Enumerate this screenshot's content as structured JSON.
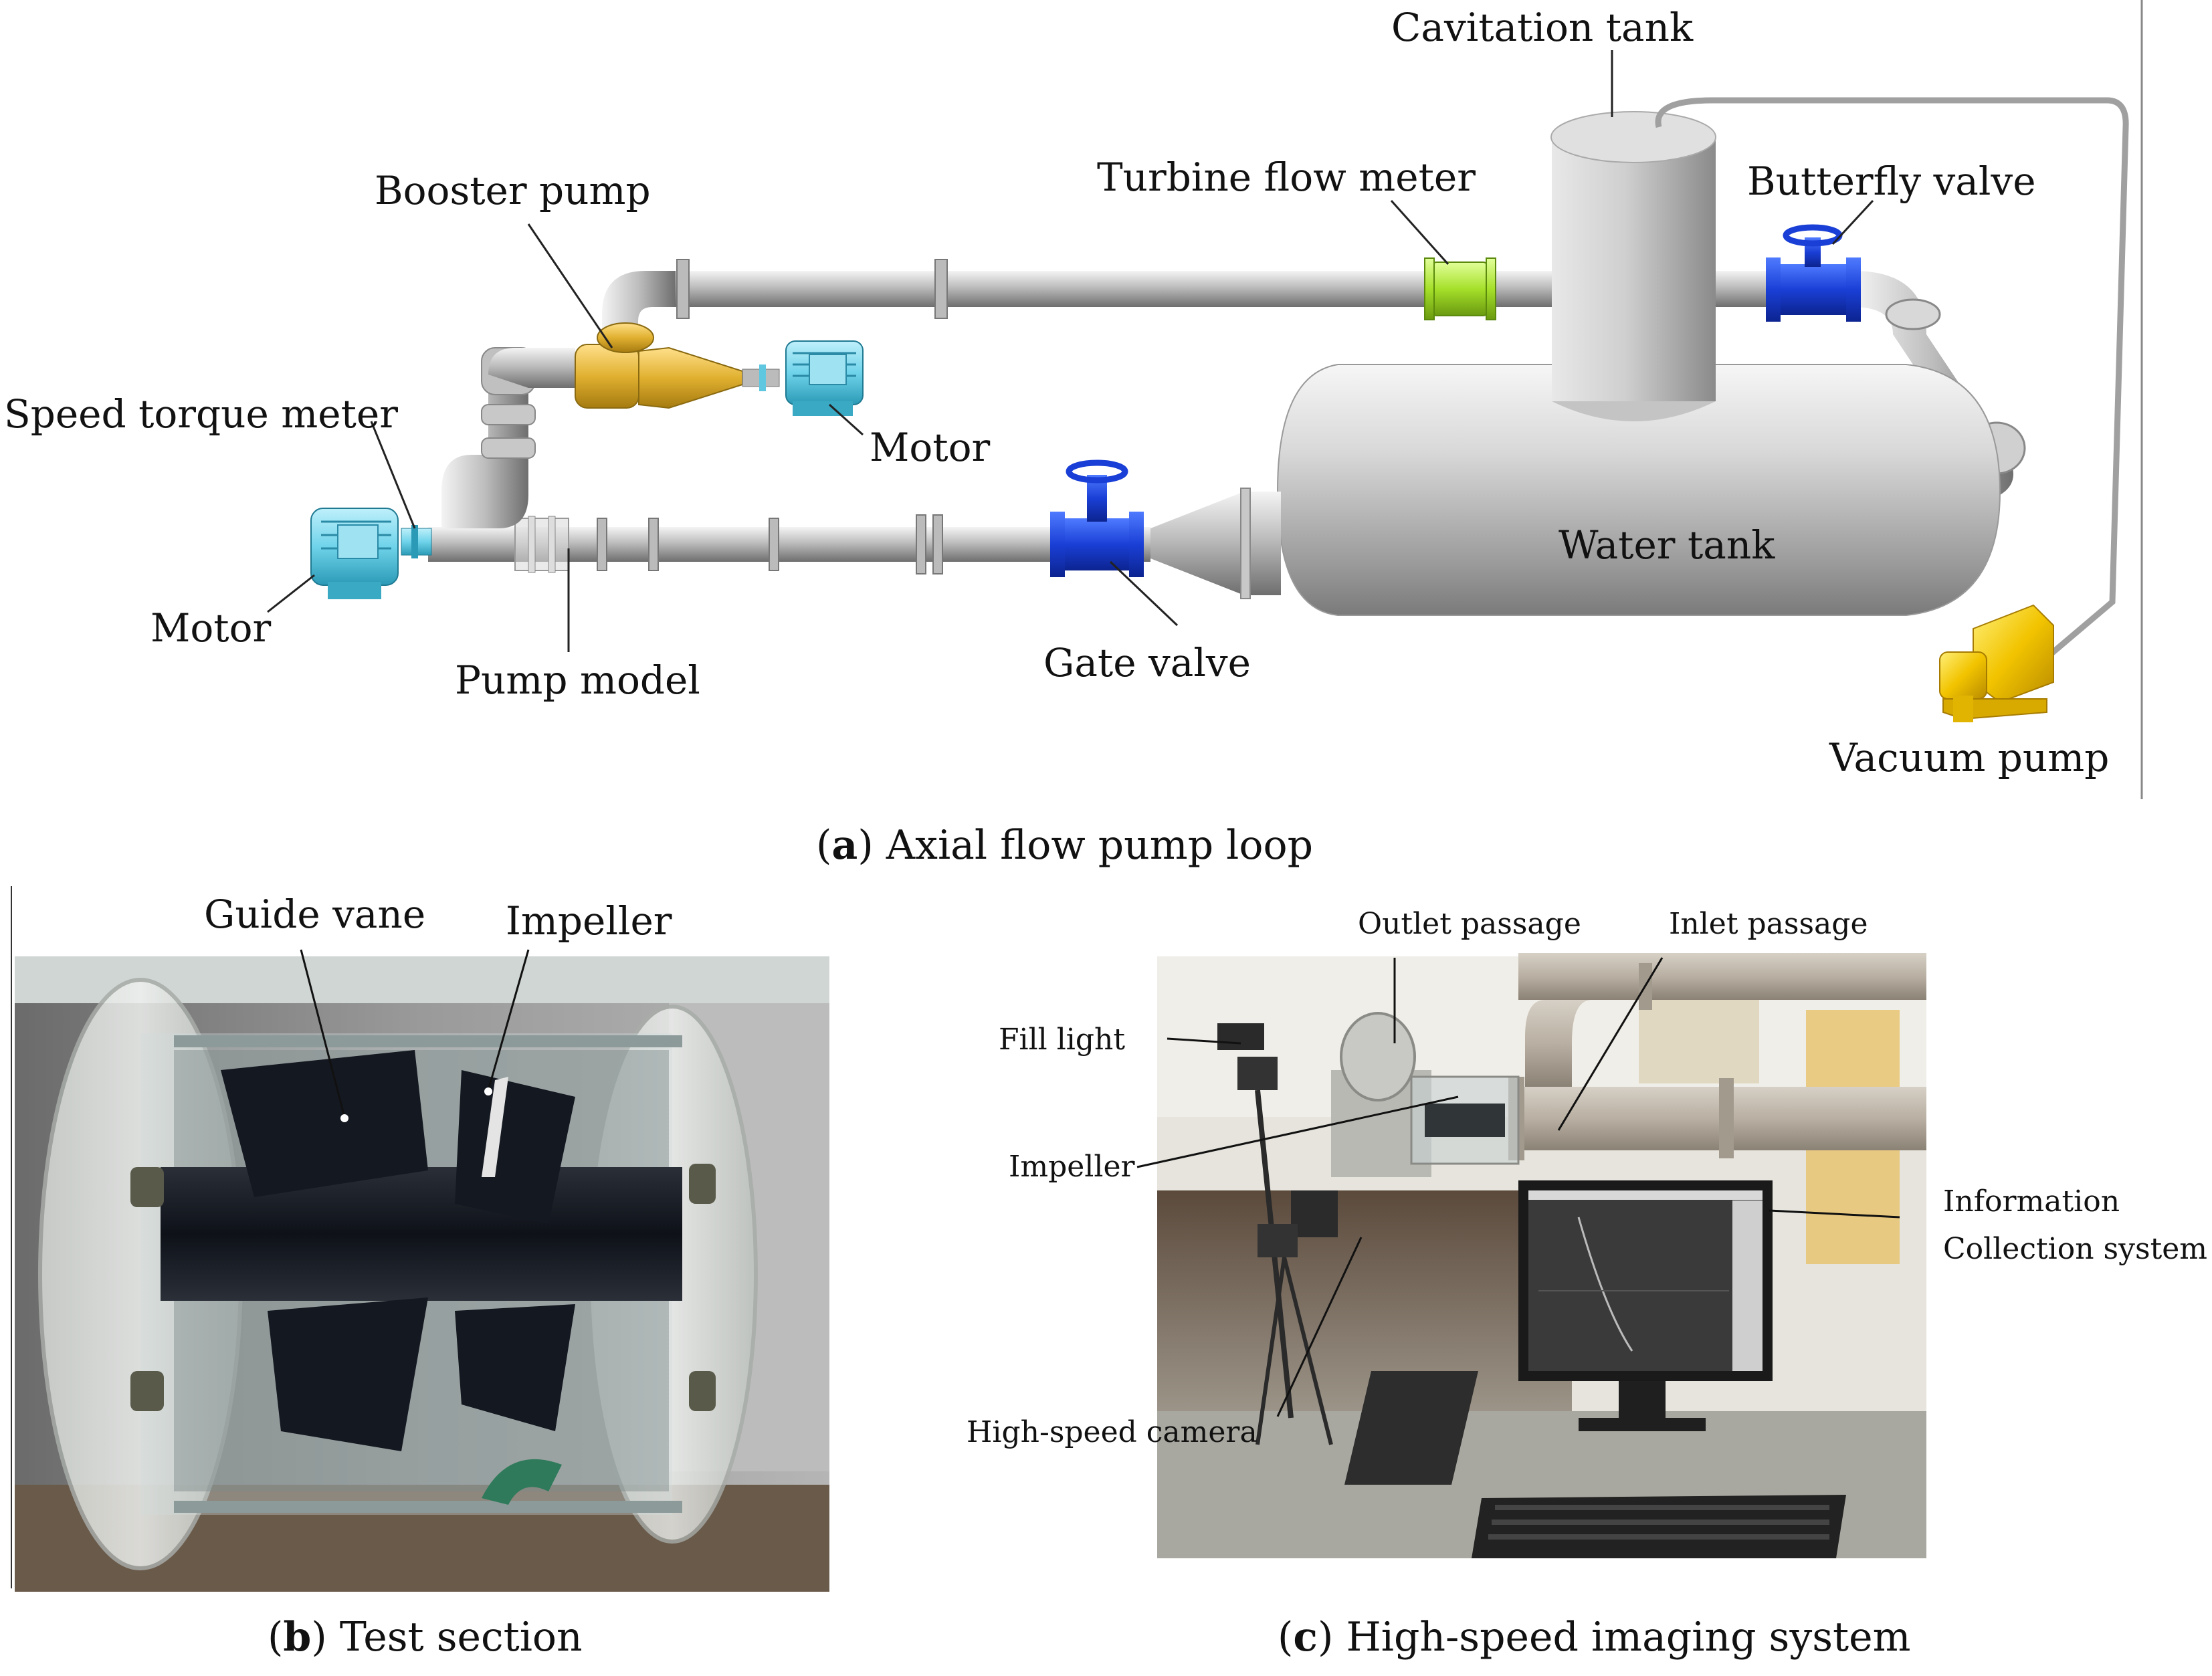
{
  "panel_a": {
    "labels": {
      "cavitation_tank": "Cavitation tank",
      "turbine_flow_meter": "Turbine flow meter",
      "butterfly_valve": "Butterfly valve",
      "booster_pump": "Booster pump",
      "speed_torque_meter": "Speed torque meter",
      "motor_upper": "Motor",
      "motor_lower": "Motor",
      "pump_model": "Pump model",
      "gate_valve": "Gate valve",
      "water_tank": "Water tank",
      "vacuum_pump": "Vacuum pump"
    },
    "caption_letter": "a",
    "caption_text": ") Axial flow pump loop"
  },
  "panel_b": {
    "labels": {
      "guide_vane": "Guide vane",
      "impeller": "Impeller"
    },
    "caption_letter": "b",
    "caption_text": ") Test section"
  },
  "panel_c": {
    "labels": {
      "outlet_passage": "Outlet passage",
      "inlet_passage": "Inlet passage",
      "fill_light": "Fill light",
      "impeller": "Impeller",
      "information": "Information",
      "collection_system": "Collection system",
      "high_speed_camera": "High-speed camera"
    },
    "caption_letter": "c",
    "caption_text": ") High-speed imaging system"
  },
  "colors": {
    "steel": "#c8c8c8",
    "valve_blue": "#1a3fd6",
    "motor_cyan": "#6fd3ea",
    "booster_gold": "#e0b030",
    "flow_meter_green": "#a6e02a",
    "vacuum_yellow": "#f2c400"
  }
}
